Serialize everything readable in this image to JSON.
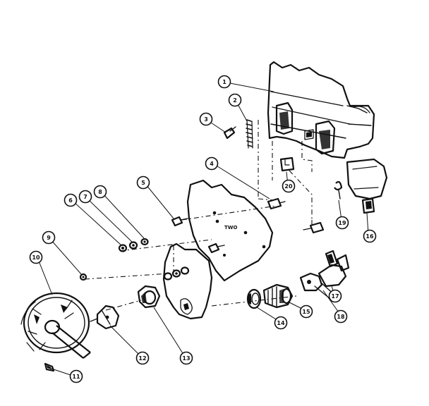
{
  "diagram": {
    "ink_color": "#111111",
    "background_color": "#ffffff",
    "plate_label": "TWO",
    "callouts": [
      {
        "id": "c1",
        "label": "1"
      },
      {
        "id": "c2",
        "label": "2"
      },
      {
        "id": "c3",
        "label": "3"
      },
      {
        "id": "c4",
        "label": "4"
      },
      {
        "id": "c5",
        "label": "5"
      },
      {
        "id": "c6",
        "label": "6"
      },
      {
        "id": "c7",
        "label": "7"
      },
      {
        "id": "c8",
        "label": "8"
      },
      {
        "id": "c9",
        "label": "9"
      },
      {
        "id": "c10",
        "label": "10"
      },
      {
        "id": "c11",
        "label": "11"
      },
      {
        "id": "c12",
        "label": "12"
      },
      {
        "id": "c13",
        "label": "13"
      },
      {
        "id": "c14",
        "label": "14"
      },
      {
        "id": "c15",
        "label": "15"
      },
      {
        "id": "c16",
        "label": "16"
      },
      {
        "id": "c17",
        "label": "17"
      },
      {
        "id": "c18",
        "label": "18"
      },
      {
        "id": "c19",
        "label": "19"
      },
      {
        "id": "c20",
        "label": "20"
      }
    ]
  }
}
